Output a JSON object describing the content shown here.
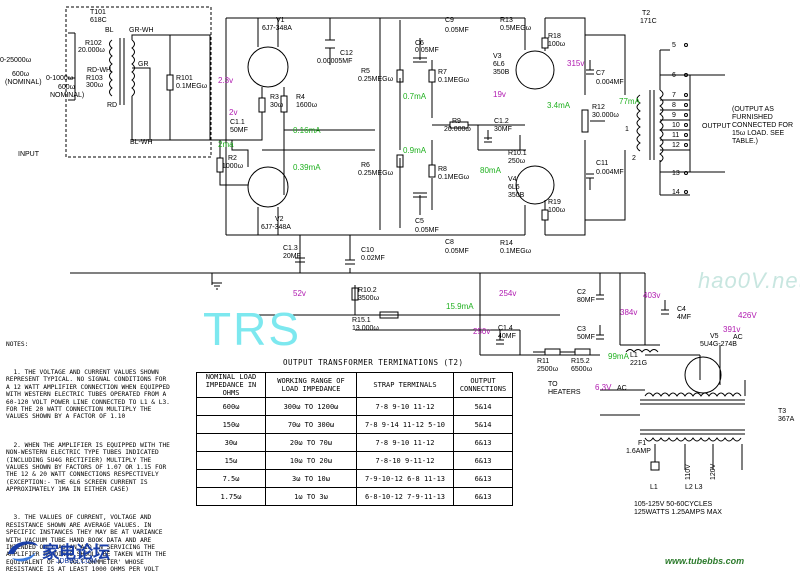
{
  "input": {
    "range": "0-25000ω",
    "nominal_600": "600ω",
    "nominal_600_b": "(NOMINAL)",
    "r0_1000": "0-1000ω",
    "r600": "600ω",
    "nominal_c": "NOMINAL)",
    "label": "INPUT",
    "t101": "T101",
    "t101_type": "618C",
    "bl": "BL",
    "gr_wh": "GR-WH",
    "gr": "GR",
    "rd_wh": "RD-WH",
    "rd": "RD",
    "bl_wh": "BL-WH",
    "r102": "R102",
    "r102_v": "20.000ω",
    "r103": "R103",
    "r103_v": "300ω",
    "r101": "R101",
    "r101_v": "0.1MEGω"
  },
  "components": {
    "v1": "V1",
    "v1_type": "6J7-348A",
    "v2": "V2",
    "v2_type": "6J7-348A",
    "v3": "V3",
    "v3_type": "6L6",
    "v3_code": "350B",
    "v4": "V4",
    "v4_type": "6L6",
    "v4_code": "350B",
    "v5": "V5",
    "v5_type": "5U4G-274B",
    "c12": "C12",
    "c12_v": "0.00005MF",
    "r3": "R3",
    "r3_v": "30ω",
    "r4": "R4",
    "r4_v": "1600ω",
    "c11": "C1.1",
    "c11_v": "50MF",
    "r2": "R2",
    "r2_v": "1000ω",
    "r5": "R5",
    "r5_v": "0.25MEGω",
    "r6": "R6",
    "r6_v": "0.25MEGω",
    "c6": "C6",
    "c6_v": "0.05MF",
    "c5": "C5",
    "c5_v": "0.05MF",
    "r7": "R7",
    "r7_v": "0.1MEGω",
    "r8": "R8",
    "r8_v": "0.1MEGω",
    "c9": "C9",
    "c9_v": "0.05MF",
    "c8": "C8",
    "c8_v": "0.05MF",
    "r13": "R13",
    "r13_v": "0.5MEGω",
    "r14": "R14",
    "r14_v": "0.1MEGω",
    "r9": "R9",
    "r9_v": "20.000ω",
    "c12b": "C1.2",
    "c12b_v": "30MF",
    "r101b": "R10.1",
    "r101b_v": "250ω",
    "r18": "R18",
    "r18_v": "100ω",
    "r19": "R19",
    "r19_v": "100ω",
    "c7": "C7",
    "c7_v": "0.004MF",
    "c11b": "C11",
    "c11b_v": "0.004MF",
    "r12": "R12",
    "r12_v": "30.000ω",
    "t2": "T2",
    "t2_type": "171C",
    "c13": "C1.3",
    "c13_v": "20MF",
    "c10": "C10",
    "c10_v": "0.02MF",
    "r102b": "R10.2",
    "r102b_v": "3500ω",
    "r151": "R15.1",
    "r151_v": "13.000ω",
    "c14": "C1.4",
    "c14_v": "40MF",
    "r11": "R11",
    "r11_v": "2500ω",
    "r152": "R15.2",
    "r152_v": "6500ω",
    "c2": "C2",
    "c2_v": "80MF",
    "c3": "C3",
    "c3_v": "50MF",
    "c4": "C4",
    "c4_v": "4MF",
    "l1": "L1",
    "l1_v": "221G",
    "t3": "T3",
    "t3_type": "367A",
    "f1": "F1",
    "f1_v": "1.6AMP",
    "l1b": "L1",
    "l2l3": "L2 L3",
    "v110": "110V",
    "v120": "120V",
    "mains": "105-125V 50-60CYCLES",
    "mains2": "125WATTS 1.25AMPS MAX",
    "heaters": "TO\nHEATERS",
    "ac": "AC"
  },
  "output": {
    "label": "OUTPUT",
    "note": "(OUTPUT AS\nFURNISHED\nCONNECTED FOR\n15ω LOAD. SEE\nTABLE.)",
    "taps": [
      "5",
      "6",
      "7",
      "8",
      "9",
      "10",
      "11",
      "12",
      "13",
      "14"
    ],
    "tap1": "1",
    "tap2": "2"
  },
  "measurements": {
    "v_2_3": "2.3v",
    "v_2": "2v",
    "v_19": "19v",
    "v_315": "315v",
    "v_52": "52v",
    "v_254": "254v",
    "v_250": "250v",
    "v_403": "403v",
    "v_384": "384v",
    "v_426": "426V",
    "v_391": "391v",
    "v_6_3": "6.3V",
    "i_2": "2ma",
    "i_016": "0.16mA",
    "i_039": "0.39mA",
    "i_07": "0.7mA",
    "i_09": "0.9mA",
    "i_34": "3.4mA",
    "i_77": "77mA",
    "i_80": "80mA",
    "i_159": "15.9mA",
    "i_99": "99mA"
  },
  "notes": {
    "title": "NOTES:",
    "n1": "  1. THE VOLTAGE AND CURRENT VALUES SHOWN\nREPRESENT TYPICAL. NO SIGNAL CONDITIONS FOR\nA 12 WATT AMPLIFIER CONNECTION WHEN EQUIPPED\nWITH WESTERN ELECTRIC TUBES OPERATED FROM A\n60-120 VOLT POWER LINE CONNECTED TO L1 & L3.\nFOR THE 20 WATT CONNECTION MULTIPLY THE\nVALUES SHOWN BY A FACTOR OF 1.10",
    "n2": "  2. WHEN THE AMPLIFIER IS EQUIPPED WITH THE\nNON-WESTERN ELECTRIC TYPE TUBES INDICATED\n(INCLUDING 5U4G RECTIFIER) MULTIPLY THE\nVALUES SHOWN BY FACTORS OF 1.07 OR 1.15 FOR\nTHE 12 & 20 WATT CONNECTIONS RESPECTIVELY\n(EXCEPTION:- THE 6L6 SCREEN CURRENT IS\nAPPROXIMATELY 1MA IN EITHER CASE)",
    "n3": "  3. THE VALUES OF CURRENT, VOLTAGE AND\nRESISTANCE SHOWN ARE AVERAGE VALUES. IN\nSPECIFIC INSTANCES THEY MAY BE AT VARIANCE\nWITH VACUUM TUBE HAND BOOK DATA AND ARE\nINTENDED ONLY AS AN AID IN SERVICING THE\nAMPLIFIER READINGS SHOULD BE TAKEN WITH THE\nEQUIVALENT OF A 'VOLT.OHMMETER' WHOSE\nRESISTANCE IS AT LEAST 1000 OHMS PER VOLT"
  },
  "table": {
    "title": "OUTPUT  TRANSFORMER  TERMINATIONS (T2)",
    "headers": [
      "NOMINAL LOAD IMPEDANCE IN OHMS",
      "WORKING RANGE OF LOAD IMPEDANCE",
      "STRAP TERMINALS",
      "OUTPUT CONNECTIONS"
    ],
    "rows": [
      [
        "600ω",
        "300ω TO 1200ω",
        "7-8 9-10 11-12",
        "5&14"
      ],
      [
        "150ω",
        "70ω TO 300ω",
        "7-8 9-14 11-12 5-10",
        "5&14"
      ],
      [
        "30ω",
        "20ω TO 70ω",
        "7-8 9-10 11-12",
        "6&13"
      ],
      [
        "15ω",
        "10ω TO 20ω",
        "7-8-10 9-11-12",
        "6&13"
      ],
      [
        "7.5ω",
        "3ω TO 10ω",
        "7-9-10-12 6-8 11-13",
        "6&13"
      ],
      [
        "1.75ω",
        "1ω TO 3ω",
        "6-8-10-12 7-9-11-13",
        "6&13"
      ]
    ]
  },
  "watermarks": {
    "trs": "TRS",
    "site1": "hao0V.net",
    "site2": "www.tubebbs.com",
    "logo_cn": "家电论坛",
    "logo_en": "JDBBS.COM"
  }
}
